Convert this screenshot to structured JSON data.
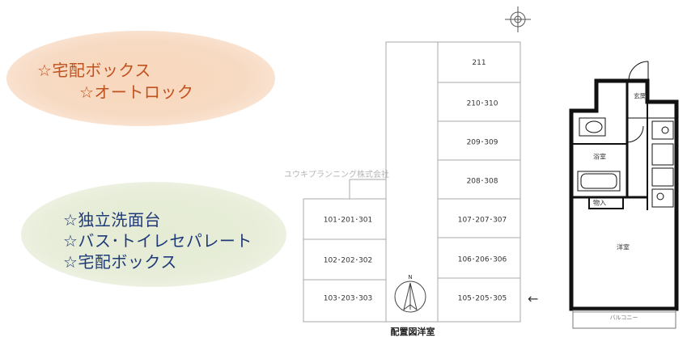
{
  "features_top": [
    "☆宅配ボックス",
    "☆オートロック"
  ],
  "features_bottom": [
    "☆独立洗面台",
    "☆バス･トイレセパレート",
    "☆宅配ボックス"
  ],
  "site_plan": {
    "units_right": [
      "211",
      "210･310",
      "209･309",
      "208･308",
      "107･207･307",
      "106･206･306",
      "105･205･305"
    ],
    "units_left": [
      "101･201･301",
      "102･202･302",
      "103･203･303"
    ],
    "caption": "配置図洋室",
    "watermark": "ユウキプランニング株式会社",
    "north": "N",
    "arrow": "←"
  },
  "unit_plan": {
    "entrance": "玄関",
    "bath": "浴室",
    "storage": "物入",
    "room": "洋室",
    "balcony": "バルコニー"
  }
}
